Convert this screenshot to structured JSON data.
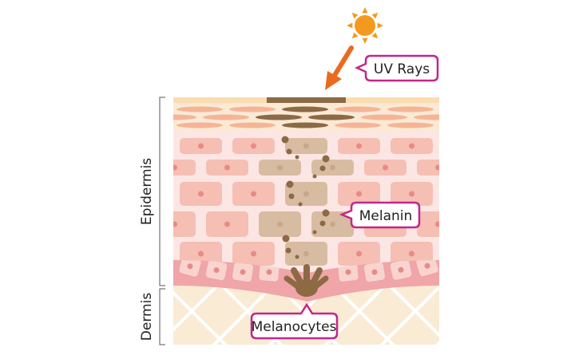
{
  "labels": {
    "uv_rays": "UV Rays",
    "melanin": "Melanin",
    "melanocytes": "Melanocytes",
    "epidermis": "Epidermis",
    "dermis": "Dermis"
  },
  "icons": [
    "sun-icon",
    "arrow-icon"
  ],
  "colors": {
    "callout_border": "#c3268a",
    "sun": "#f39a1e",
    "arrow": "#ea6a1f",
    "melanin": "#8b6a44",
    "cell": "#f5bfb3",
    "cell_nucleus": "#e98a86",
    "pigmented_cell": "#d8bca2",
    "epidermis_bg": "#fce6e4",
    "dermis_bg": "#faebd4",
    "stratum_corneum": "#f9dcb0"
  }
}
